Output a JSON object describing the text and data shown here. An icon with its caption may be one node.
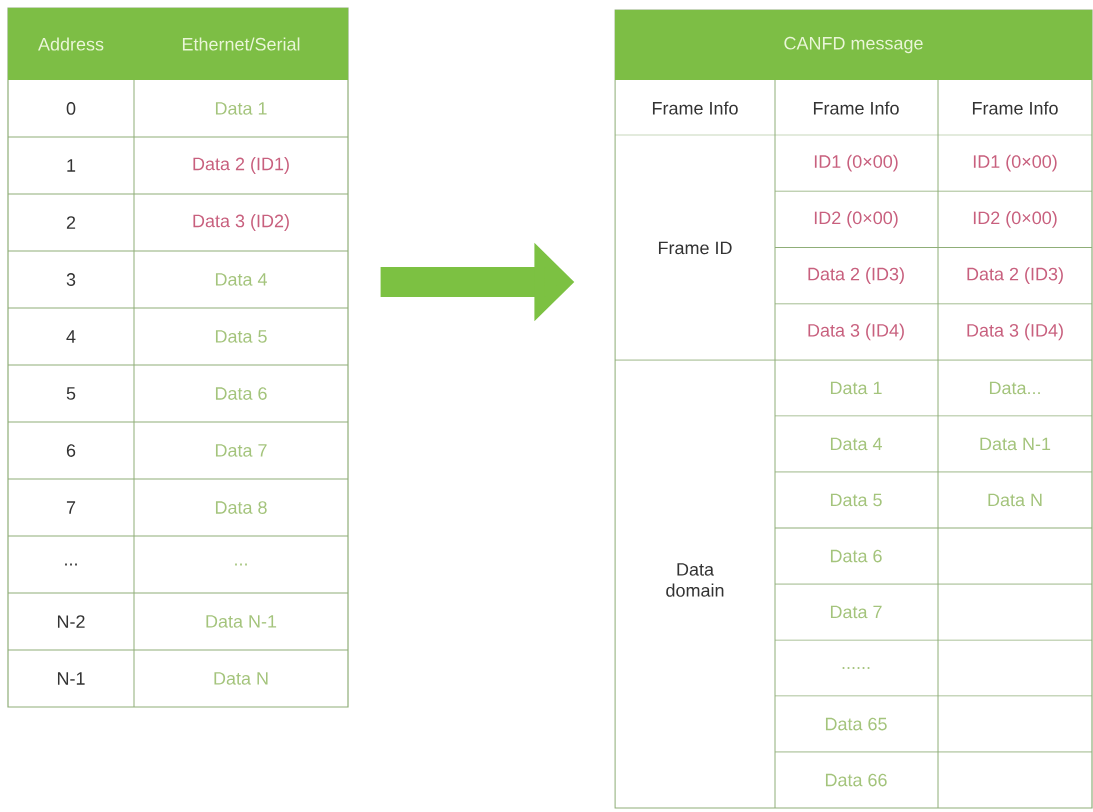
{
  "diagram": {
    "nodes": [
      {
        "text": [
          "Address",
          "Ethernet/Serial"
        ]
      },
      {
        "text": [
          "CANFD message"
        ]
      }
    ],
    "edges": [
      {
        "from": 0,
        "to": 1,
        "arrow": "to"
      }
    ],
    "labels": [
      "0",
      "Data 1",
      "1",
      "Data 2 (ID1)",
      "2",
      "Data 3 (ID2)",
      "3",
      "Data 4",
      "4",
      "Data 5",
      "5",
      "Data 6",
      "6",
      "Data 7",
      "7",
      "Data 8",
      "...",
      "...",
      "N-2",
      "Data N-1",
      "N-1",
      "Data N",
      "Frame Info",
      "Frame Info",
      "Frame Info",
      "Frame ID",
      "ID1 (0×00)",
      "ID1 (0×00)",
      "ID2 (0×00)",
      "ID2 (0×00)",
      "Data 2 (ID3)",
      "Data 2 (ID3)",
      "Data 3 (ID4)",
      "Data 3 (ID4)",
      "Data domain",
      "Data 1",
      "Data...",
      "Data 4",
      "Data N-1",
      "Data 5",
      "Data N",
      "Data 6",
      "Data 7",
      "......",
      "Data 65",
      "Data 66"
    ]
  }
}
